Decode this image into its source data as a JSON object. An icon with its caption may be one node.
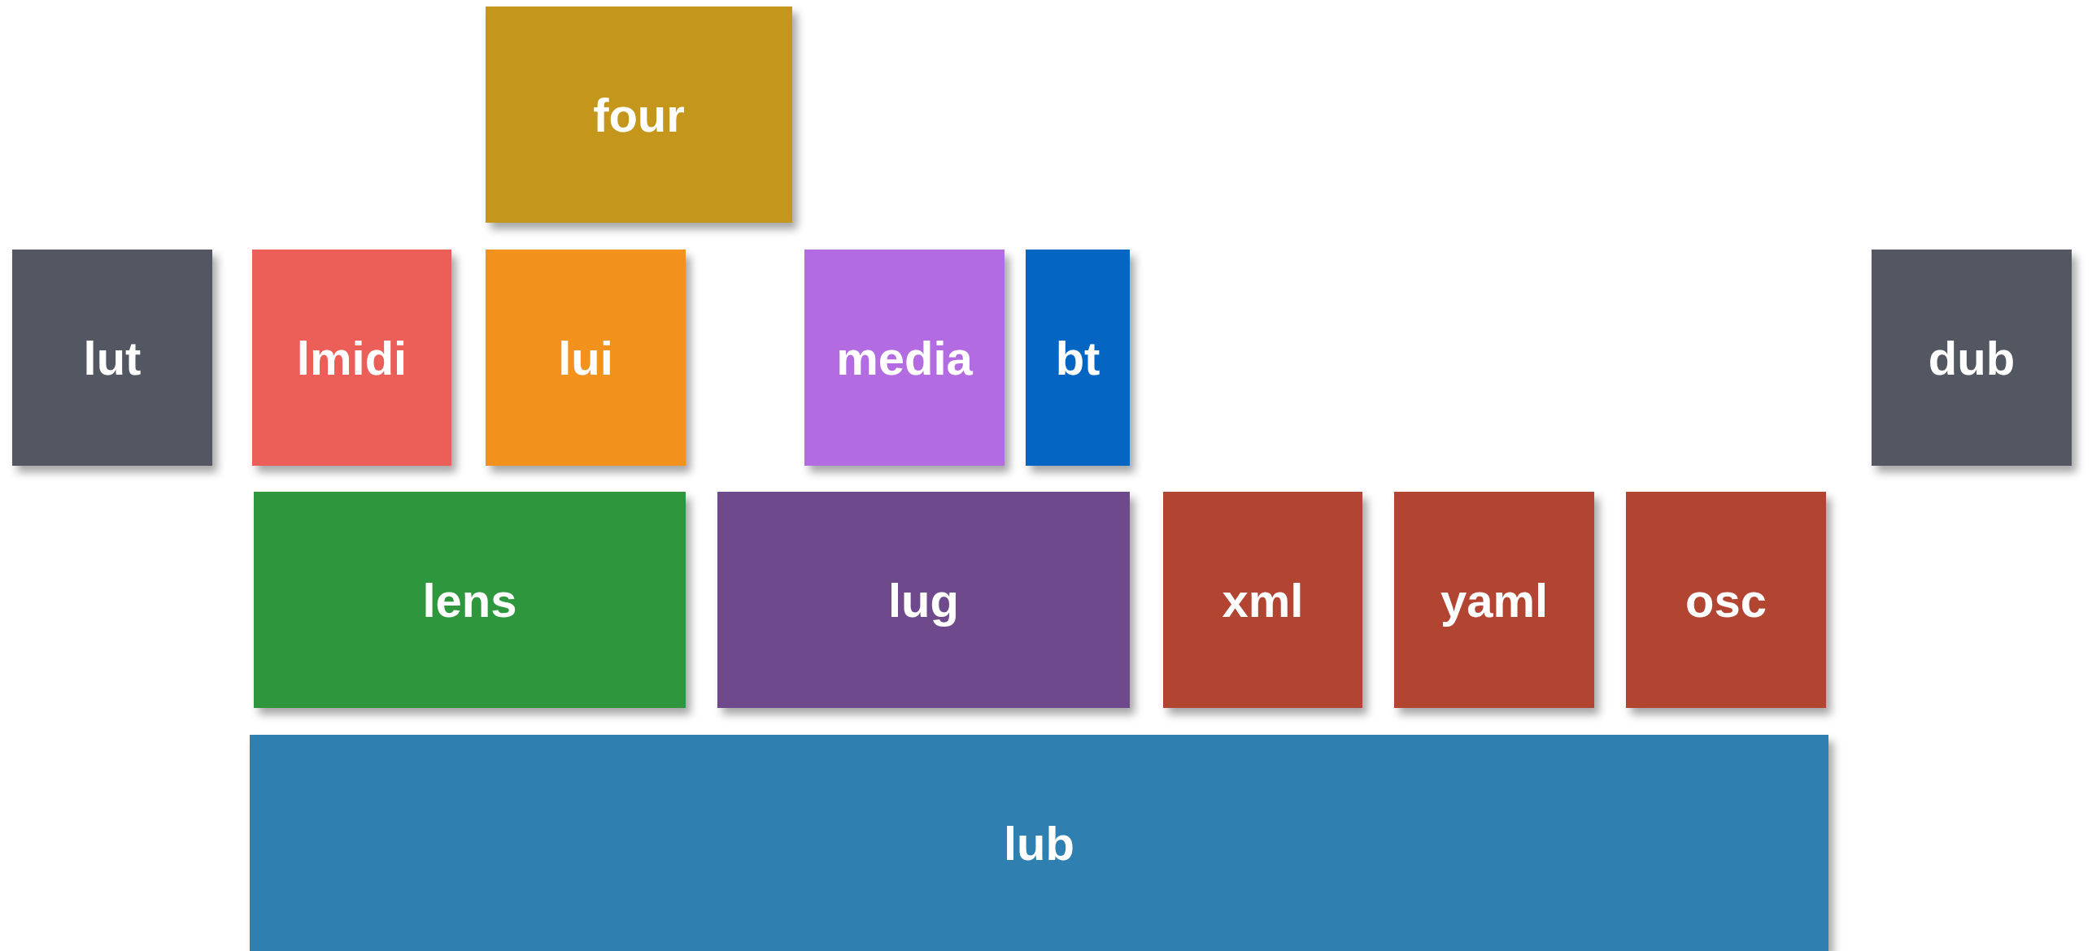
{
  "diagram": {
    "nodes": [
      {
        "text": [
          "four"
        ]
      },
      {
        "text": [
          "lut"
        ]
      },
      {
        "text": [
          "lmidi"
        ]
      },
      {
        "text": [
          "lui"
        ]
      },
      {
        "text": [
          "media"
        ]
      },
      {
        "text": [
          "bt"
        ]
      },
      {
        "text": [
          "dub"
        ]
      },
      {
        "text": [
          "lens"
        ]
      },
      {
        "text": [
          "lug"
        ]
      },
      {
        "text": [
          "xml"
        ]
      },
      {
        "text": [
          "yaml"
        ]
      },
      {
        "text": [
          "osc"
        ]
      },
      {
        "text": [
          "lub"
        ]
      }
    ]
  }
}
